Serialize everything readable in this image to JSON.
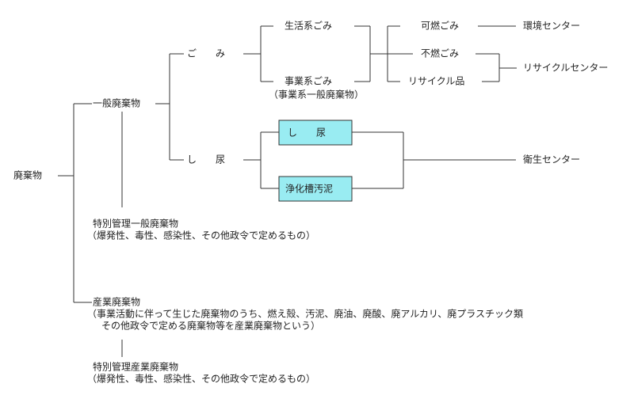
{
  "nodes": {
    "haikibutsu": "廃棄物",
    "ippan": "一般廃棄物",
    "gomi": "ご　　み",
    "shinyo": "し　　尿",
    "seikatsu": "生活系ごみ",
    "jigyo": "事業系ごみ",
    "jigyo_note": "（事業系一般廃棄物）",
    "kanen": "可燃ごみ",
    "funen": "不燃ごみ",
    "recycle_item": "リサイクル品",
    "kankyo_center": "環境センター",
    "recycle_center": "リサイクルセンター",
    "box_shinyo": "し　　尿",
    "box_jokaso": "浄化槽汚泥",
    "eisei_center": "衛生センター",
    "tokubetsu_ippan": "特別管理一般廃棄物",
    "tokubetsu_ippan_note": "（爆発性、毒性、感染性、その他政令で定めるもの）",
    "sangyo": "産業廃棄物",
    "sangyo_note1": "（事業活動に伴って生じた廃棄物のうち、燃え殻、汚泥、廃油、廃酸、廃アルカリ、廃プラスチック類",
    "sangyo_note2": "その他政令で定める廃棄物等を産業廃棄物という）",
    "tokubetsu_sangyo": "特別管理産業廃棄物",
    "tokubetsu_sangyo_note": "（爆発性、毒性、感染性、その他政令で定めるもの）"
  },
  "colors": {
    "line": "#333333",
    "box_fill": "#99ecf2"
  }
}
